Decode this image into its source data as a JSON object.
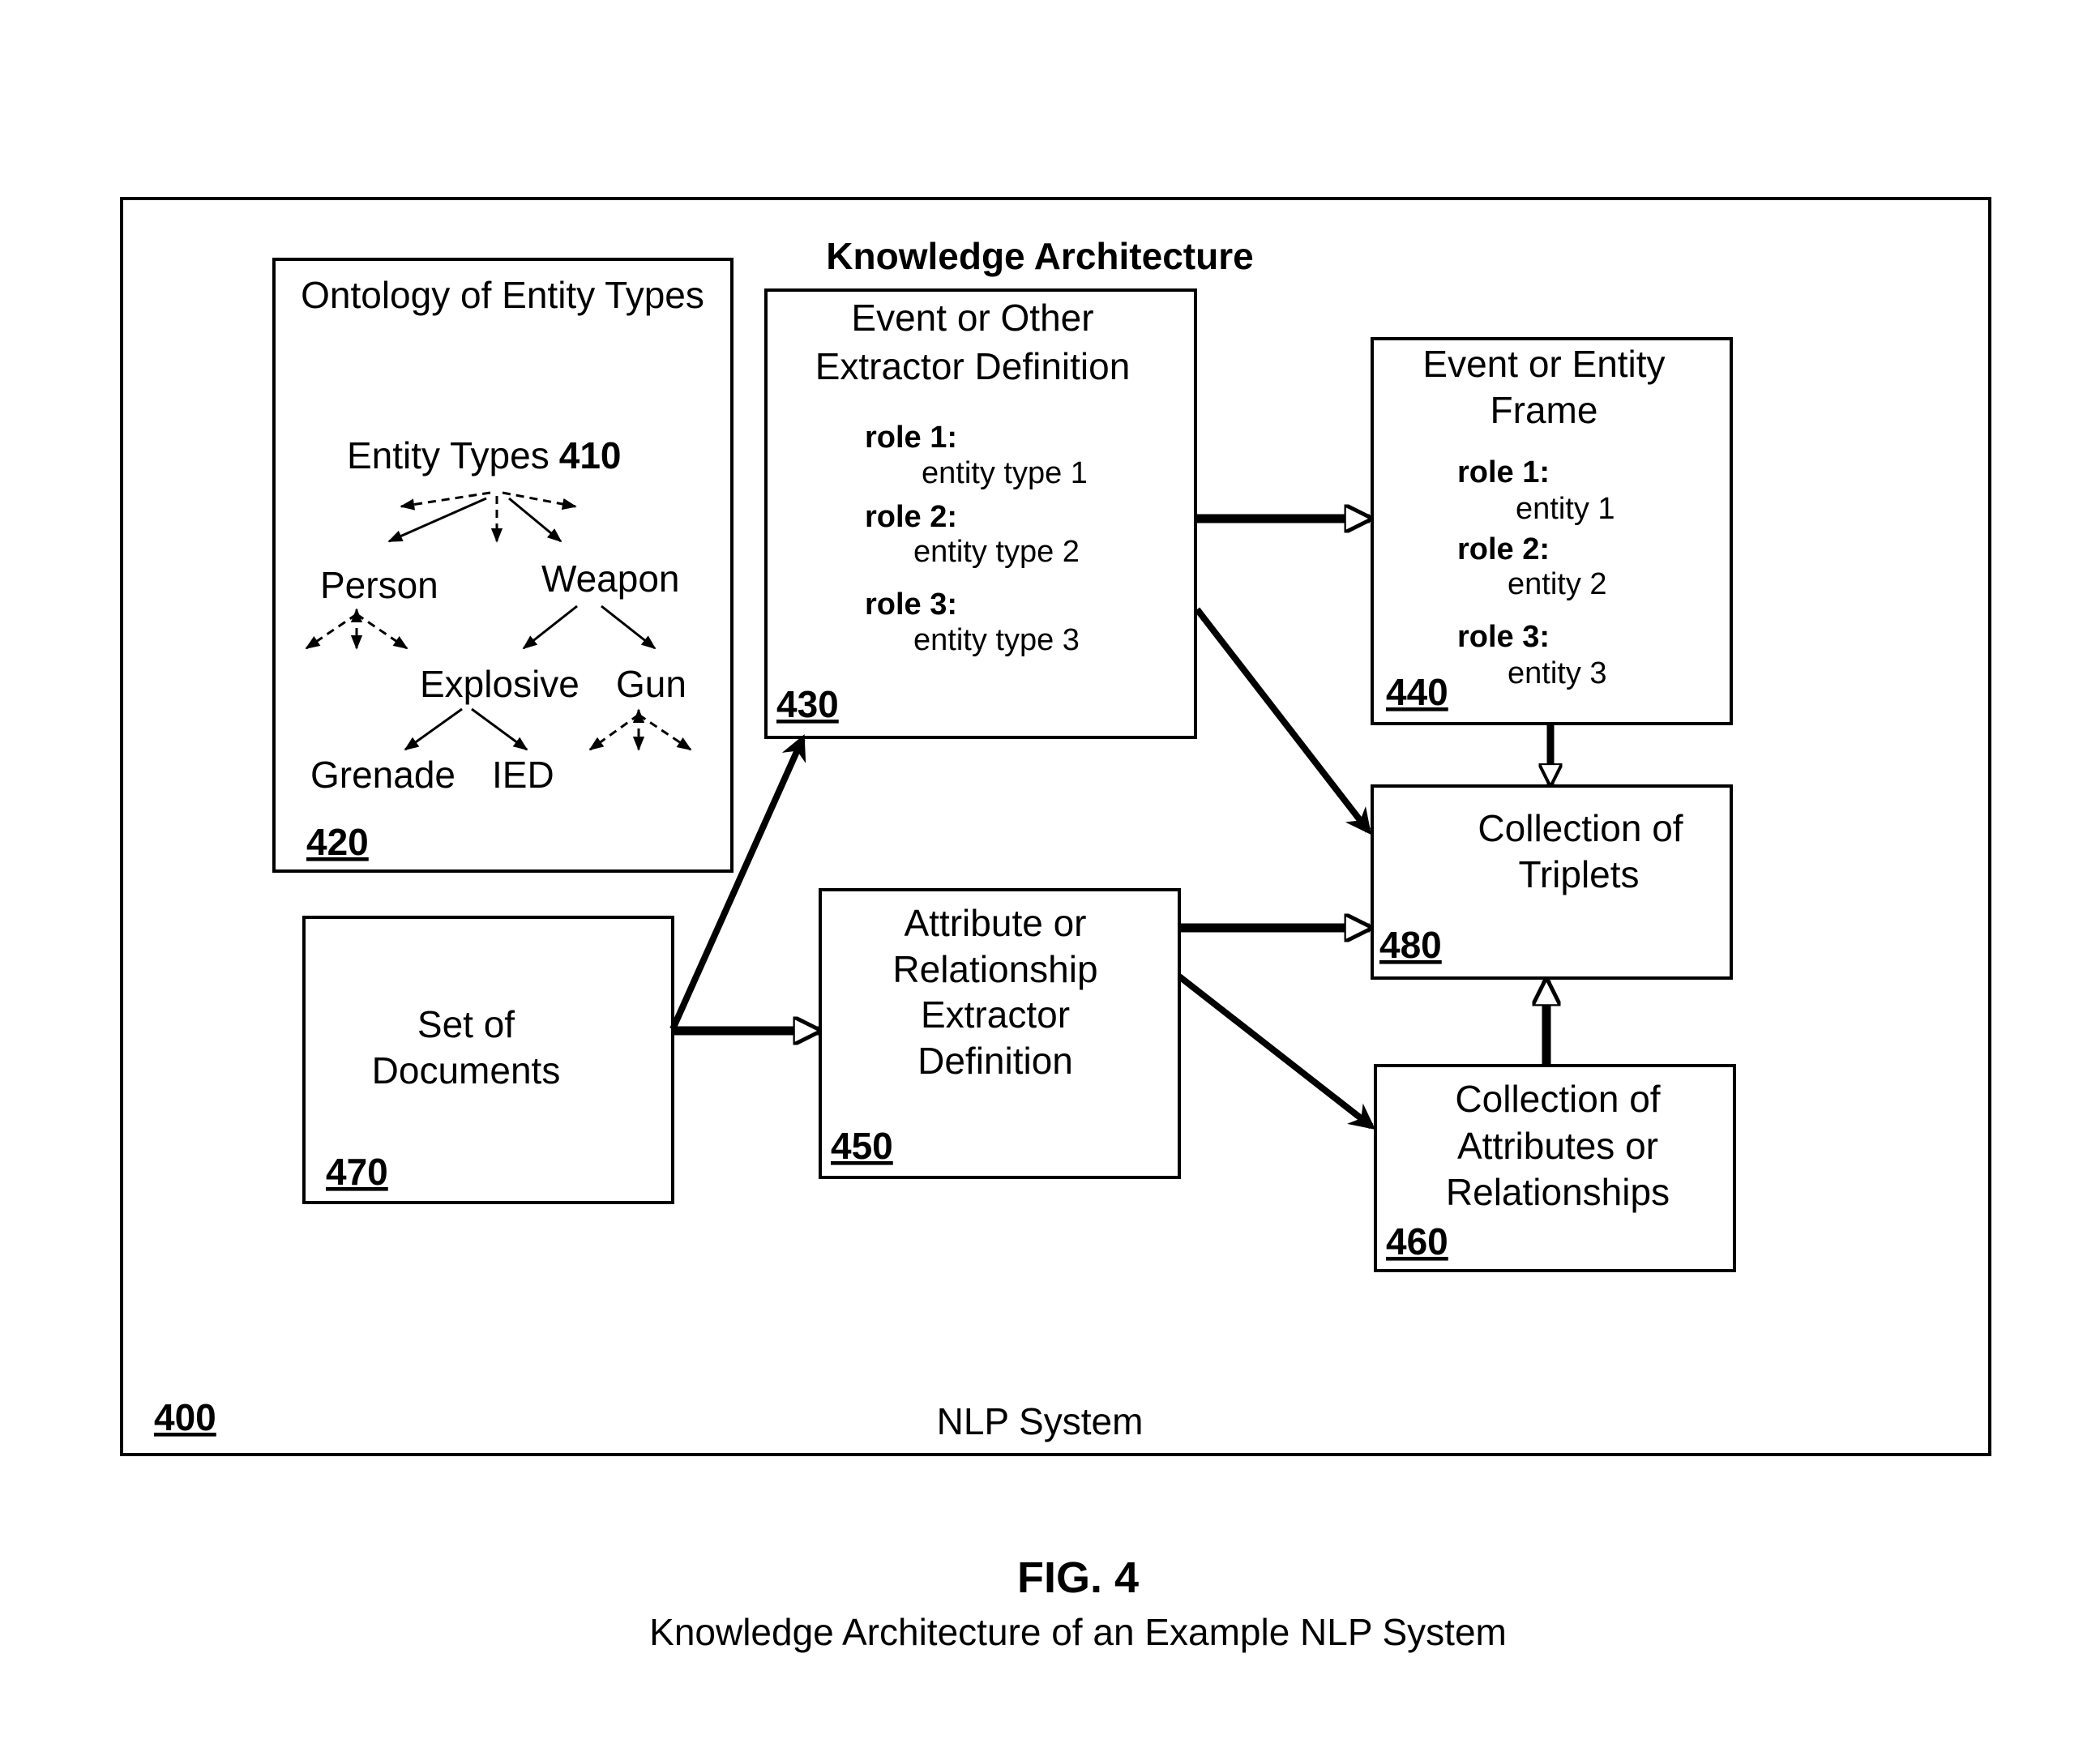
{
  "system": {
    "ref": "400",
    "label": "NLP System",
    "title": "Knowledge Architecture"
  },
  "ontology": {
    "ref": "420",
    "title": "Ontology of Entity Types",
    "root_label": "Entity Types",
    "root_ref": "410",
    "nodes": {
      "person": "Person",
      "weapon": "Weapon",
      "explosive": "Explosive",
      "gun": "Gun",
      "grenade": "Grenade",
      "ied": "IED"
    }
  },
  "extractor_def": {
    "ref": "430",
    "title_line1": "Event or Other",
    "title_line2": "Extractor Definition",
    "roles": [
      {
        "role": "role 1:",
        "value": "entity type 1"
      },
      {
        "role": "role 2:",
        "value": "entity type 2"
      },
      {
        "role": "role 3:",
        "value": "entity type 3"
      }
    ]
  },
  "frame": {
    "ref": "440",
    "title_line1": "Event or Entity",
    "title_line2": "Frame",
    "roles": [
      {
        "role": "role 1:",
        "value": "entity 1"
      },
      {
        "role": "role 2:",
        "value": "entity 2"
      },
      {
        "role": "role 3:",
        "value": "entity 3"
      }
    ]
  },
  "triplets": {
    "ref": "480",
    "line1": "Collection of",
    "line2": "Triplets"
  },
  "attr_def": {
    "ref": "450",
    "line1": "Attribute or",
    "line2": "Relationship",
    "line3": "Extractor",
    "line4": "Definition"
  },
  "attr_collection": {
    "ref": "460",
    "line1": "Collection of",
    "line2": "Attributes or",
    "line3": "Relationships"
  },
  "documents": {
    "ref": "470",
    "line1": "Set of",
    "line2": "Documents"
  },
  "caption": {
    "fig": "FIG. 4",
    "text": "Knowledge Architecture of an Example NLP System"
  }
}
